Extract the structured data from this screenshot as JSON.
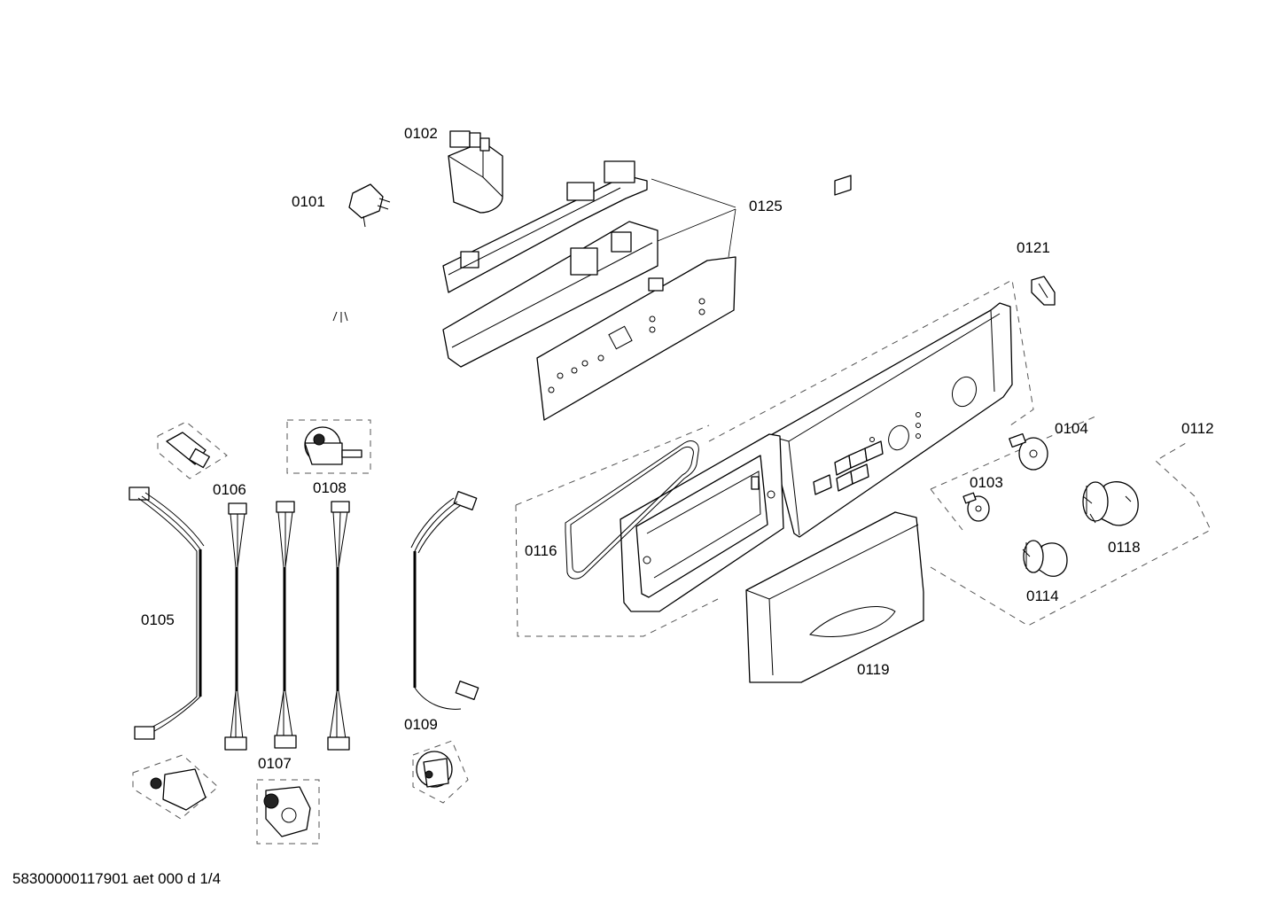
{
  "labels": {
    "p0101": "0101",
    "p0102": "0102",
    "p0103": "0103",
    "p0104": "0104",
    "p0105": "0105",
    "p0106": "0106",
    "p0107": "0107",
    "p0108": "0108",
    "p0109": "0109",
    "p0112": "0112",
    "p0114": "0114",
    "p0116": "0116",
    "p0118": "0118",
    "p0119": "0119",
    "p0121": "0121",
    "p0125": "0125"
  },
  "footer": {
    "code": "58300000117901 aet 000 d 1/4"
  }
}
